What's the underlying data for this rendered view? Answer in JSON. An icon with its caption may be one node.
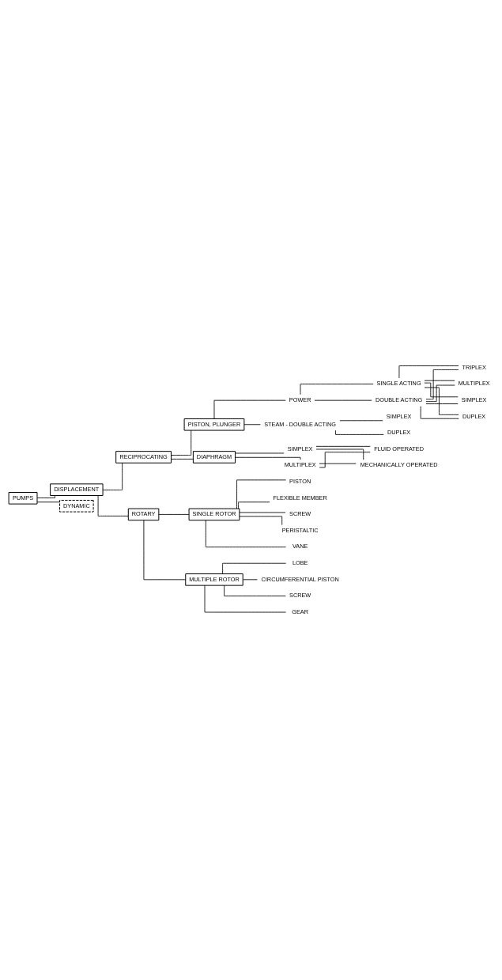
{
  "diagram": {
    "nodes": [
      {
        "text": [
          "PUMPS"
        ]
      },
      {
        "text": [
          "DISPLACEMENT"
        ]
      },
      {
        "text": [
          "DYNAMIC"
        ]
      },
      {
        "text": [
          "RECIPROCATING"
        ]
      },
      {
        "text": [
          "PISTON, PLUNGER"
        ]
      },
      {
        "text": [
          "STEAM - DOUBLE ACTING"
        ]
      },
      {
        "text": [
          "SIMPLEX"
        ]
      },
      {
        "text": [
          "DUPLEX"
        ]
      },
      {
        "text": [
          "POWER"
        ]
      },
      {
        "text": [
          "SINGLE ACTING"
        ]
      },
      {
        "text": [
          "DOUBLE ACTING"
        ]
      },
      {
        "text": [
          "SIMPLEX"
        ]
      },
      {
        "text": [
          "DUPLEX"
        ]
      },
      {
        "text": [
          "TRIPLEX"
        ]
      },
      {
        "text": [
          "MULTIPLEX"
        ]
      },
      {
        "text": [
          "DIAPHRAGM"
        ]
      },
      {
        "text": [
          "SIMPLEX"
        ]
      },
      {
        "text": [
          "MULTIPLEX"
        ]
      },
      {
        "text": [
          "FLUID OPERATED"
        ]
      },
      {
        "text": [
          "MECHANICALLY OPERATED"
        ]
      },
      {
        "text": [
          "ROTARY"
        ]
      },
      {
        "text": [
          "SINGLE ROTOR"
        ]
      },
      {
        "text": [
          "VANE"
        ]
      },
      {
        "text": [
          "PISTON"
        ]
      },
      {
        "text": [
          "FLEXIBLE MEMBER"
        ]
      },
      {
        "text": [
          "SCREW"
        ]
      },
      {
        "text": [
          "PERISTALTIC"
        ]
      },
      {
        "text": [
          "MULTIPLE ROTOR"
        ]
      },
      {
        "text": [
          "GEAR"
        ]
      },
      {
        "text": [
          "LOBE"
        ]
      },
      {
        "text": [
          "CIRCUMFERENTIAL PISTON"
        ]
      },
      {
        "text": [
          "SCREW"
        ]
      }
    ],
    "edges": [
      {
        "from": 0,
        "to": 1,
        "arrow": "none"
      },
      {
        "from": 0,
        "to": 2,
        "arrow": "none"
      },
      {
        "from": 1,
        "to": 3,
        "arrow": "none"
      },
      {
        "from": 1,
        "to": 20,
        "arrow": "none"
      },
      {
        "from": 3,
        "to": 4,
        "arrow": "none"
      },
      {
        "from": 3,
        "to": 15,
        "arrow": "none"
      },
      {
        "from": 4,
        "to": 5,
        "arrow": "none"
      },
      {
        "from": 4,
        "to": 8,
        "arrow": "none"
      },
      {
        "from": 5,
        "to": 6,
        "arrow": "none"
      },
      {
        "from": 5,
        "to": 7,
        "arrow": "none"
      },
      {
        "from": 8,
        "to": 9,
        "arrow": "none"
      },
      {
        "from": 8,
        "to": 10,
        "arrow": "none"
      },
      {
        "from": 9,
        "to": 11,
        "arrow": "none"
      },
      {
        "from": 9,
        "to": 12,
        "arrow": "none"
      },
      {
        "from": 9,
        "to": 13,
        "arrow": "none"
      },
      {
        "from": 9,
        "to": 14,
        "arrow": "none"
      },
      {
        "from": 10,
        "to": 11,
        "arrow": "none"
      },
      {
        "from": 10,
        "to": 12,
        "arrow": "none"
      },
      {
        "from": 10,
        "to": 13,
        "arrow": "none"
      },
      {
        "from": 10,
        "to": 14,
        "arrow": "none"
      },
      {
        "from": 15,
        "to": 16,
        "arrow": "none"
      },
      {
        "from": 15,
        "to": 17,
        "arrow": "none"
      },
      {
        "from": 16,
        "to": 18,
        "arrow": "none"
      },
      {
        "from": 16,
        "to": 19,
        "arrow": "none"
      },
      {
        "from": 17,
        "to": 18,
        "arrow": "none"
      },
      {
        "from": 17,
        "to": 19,
        "arrow": "none"
      },
      {
        "from": 20,
        "to": 21,
        "arrow": "none"
      },
      {
        "from": 20,
        "to": 27,
        "arrow": "none"
      },
      {
        "from": 21,
        "to": 22,
        "arrow": "none"
      },
      {
        "from": 21,
        "to": 23,
        "arrow": "none"
      },
      {
        "from": 21,
        "to": 24,
        "arrow": "none"
      },
      {
        "from": 21,
        "to": 25,
        "arrow": "none"
      },
      {
        "from": 21,
        "to": 26,
        "arrow": "none"
      },
      {
        "from": 27,
        "to": 28,
        "arrow": "none"
      },
      {
        "from": 27,
        "to": 29,
        "arrow": "none"
      },
      {
        "from": 27,
        "to": 30,
        "arrow": "none"
      },
      {
        "from": 27,
        "to": 31,
        "arrow": "none"
      }
    ]
  }
}
